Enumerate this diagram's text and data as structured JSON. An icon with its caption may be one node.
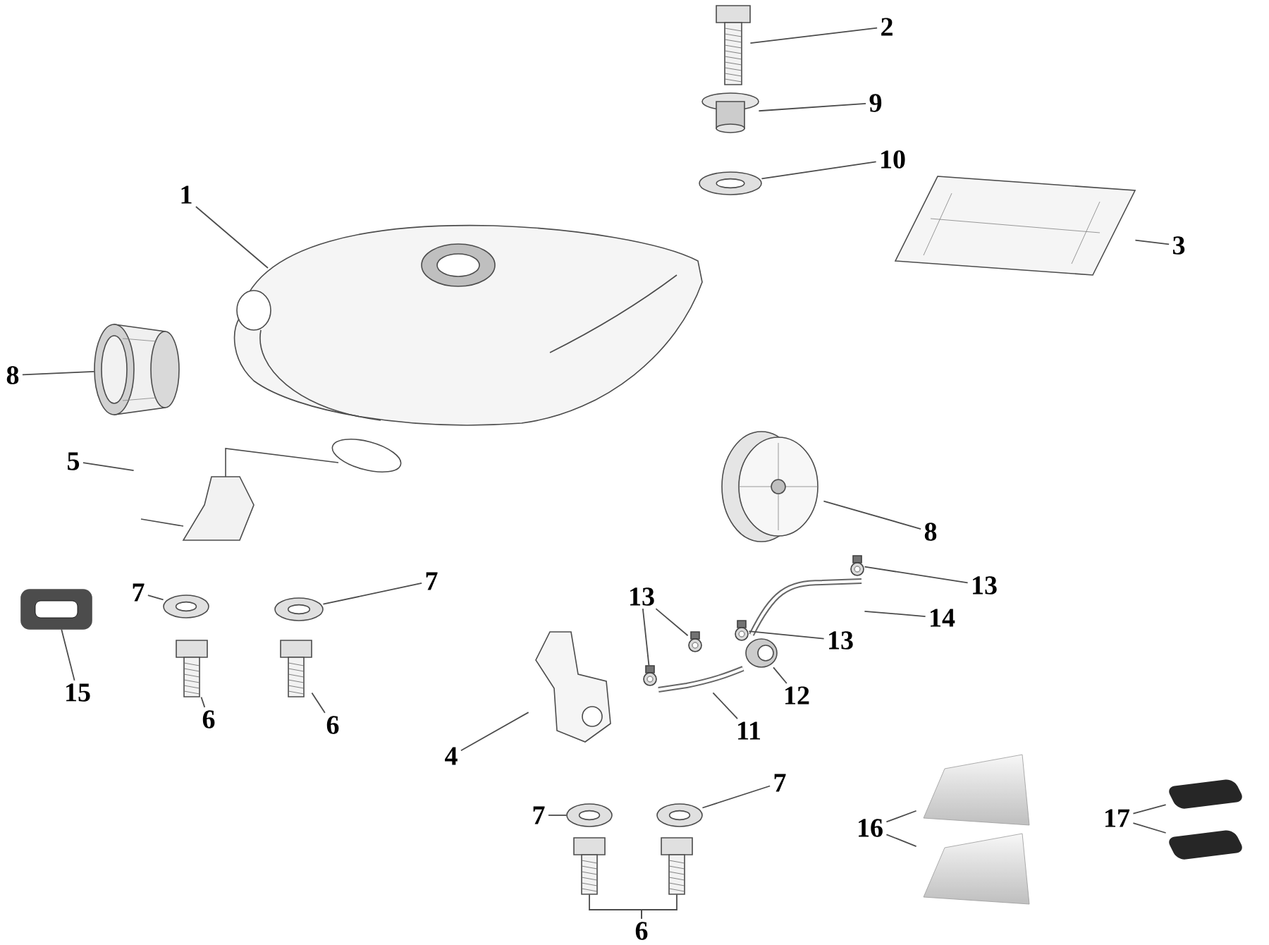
{
  "diagram": {
    "nodes": [
      {
        "text": [
          "1"
        ]
      },
      {
        "text": [],
        "shape": "picture"
      },
      {
        "text": [
          "2"
        ]
      },
      {
        "text": [],
        "shape": "picture"
      },
      {
        "text": [
          "9"
        ]
      },
      {
        "text": [],
        "shape": "picture"
      },
      {
        "text": [
          "10"
        ]
      },
      {
        "text": [],
        "shape": "picture"
      },
      {
        "text": [
          "3"
        ]
      },
      {
        "text": [],
        "shape": "picture"
      },
      {
        "text": [
          "8"
        ]
      },
      {
        "text": [],
        "shape": "picture"
      },
      {
        "text": [
          "5"
        ]
      },
      {
        "text": [],
        "shape": "picture"
      },
      {
        "text": [
          "15"
        ]
      },
      {
        "text": [],
        "shape": "picture"
      },
      {
        "text": [
          "7"
        ]
      },
      {
        "text": [],
        "shape": "picture"
      },
      {
        "text": [
          "7"
        ]
      },
      {
        "text": [],
        "shape": "picture"
      },
      {
        "text": [
          "6"
        ]
      },
      {
        "text": [],
        "shape": "picture"
      },
      {
        "text": [
          "6"
        ]
      },
      {
        "text": [],
        "shape": "picture"
      },
      {
        "text": [
          "8"
        ]
      },
      {
        "text": [],
        "shape": "picture"
      },
      {
        "text": [
          "13"
        ]
      },
      {
        "text": [],
        "shape": "picture"
      },
      {
        "text": [
          "14"
        ]
      },
      {
        "text": [],
        "shape": "picture"
      },
      {
        "text": [
          "13"
        ]
      },
      {
        "text": [],
        "shape": "picture"
      },
      {
        "text": [
          "12"
        ]
      },
      {
        "text": [],
        "shape": "picture"
      },
      {
        "text": [
          "13"
        ]
      },
      {
        "text": [],
        "shape": "picture"
      },
      {
        "text": [],
        "shape": "picture"
      },
      {
        "text": [
          "11"
        ]
      },
      {
        "text": [],
        "shape": "picture"
      },
      {
        "text": [
          "4"
        ]
      },
      {
        "text": [],
        "shape": "picture"
      },
      {
        "text": [
          "7"
        ]
      },
      {
        "text": [],
        "shape": "picture"
      },
      {
        "text": [
          "7"
        ]
      },
      {
        "text": [],
        "shape": "picture"
      },
      {
        "text": [
          "6"
        ]
      },
      {
        "text": [],
        "shape": "picture"
      },
      {
        "text": [],
        "shape": "picture"
      },
      {
        "text": [
          "16"
        ]
      },
      {
        "text": [],
        "shape": "picture"
      },
      {
        "text": [],
        "shape": "picture"
      },
      {
        "text": [
          "17"
        ]
      },
      {
        "text": [],
        "shape": "picture"
      },
      {
        "text": [],
        "shape": "picture"
      }
    ],
    "edges": [
      {
        "from": 0,
        "to": 1,
        "arrow": "none"
      },
      {
        "from": 2,
        "to": 3,
        "arrow": "none"
      },
      {
        "from": 4,
        "to": 5,
        "arrow": "none"
      },
      {
        "from": 6,
        "to": 7,
        "arrow": "none"
      },
      {
        "from": 8,
        "to": 9,
        "arrow": "none"
      },
      {
        "from": 10,
        "to": 11,
        "arrow": "none"
      },
      {
        "from": 12,
        "to": 13,
        "arrow": "none"
      },
      {
        "from": 14,
        "to": 15,
        "arrow": "none"
      },
      {
        "from": 16,
        "to": 17,
        "arrow": "none"
      },
      {
        "from": 18,
        "to": 19,
        "arrow": "none"
      },
      {
        "from": 20,
        "to": 21,
        "arrow": "none"
      },
      {
        "from": 22,
        "to": 23,
        "arrow": "none"
      },
      {
        "from": 24,
        "to": 25,
        "arrow": "none"
      },
      {
        "from": 26,
        "to": 27,
        "arrow": "none"
      },
      {
        "from": 28,
        "to": 29,
        "arrow": "none"
      },
      {
        "from": 30,
        "to": 31,
        "arrow": "none"
      },
      {
        "from": 32,
        "to": 33,
        "arrow": "none"
      },
      {
        "from": 34,
        "to": 35,
        "arrow": "none"
      },
      {
        "from": 34,
        "to": 36,
        "arrow": "none"
      },
      {
        "from": 37,
        "to": 38,
        "arrow": "none"
      },
      {
        "from": 39,
        "to": 40,
        "arrow": "none"
      },
      {
        "from": 41,
        "to": 42,
        "arrow": "none"
      },
      {
        "from": 43,
        "to": 44,
        "arrow": "none"
      },
      {
        "from": 45,
        "to": 46,
        "arrow": "none"
      },
      {
        "from": 45,
        "to": 47,
        "arrow": "none"
      },
      {
        "from": 48,
        "to": 49,
        "arrow": "none"
      },
      {
        "from": 48,
        "to": 50,
        "arrow": "none"
      },
      {
        "from": 51,
        "to": 52,
        "arrow": "none"
      },
      {
        "from": 51,
        "to": 53,
        "arrow": "none"
      }
    ]
  }
}
